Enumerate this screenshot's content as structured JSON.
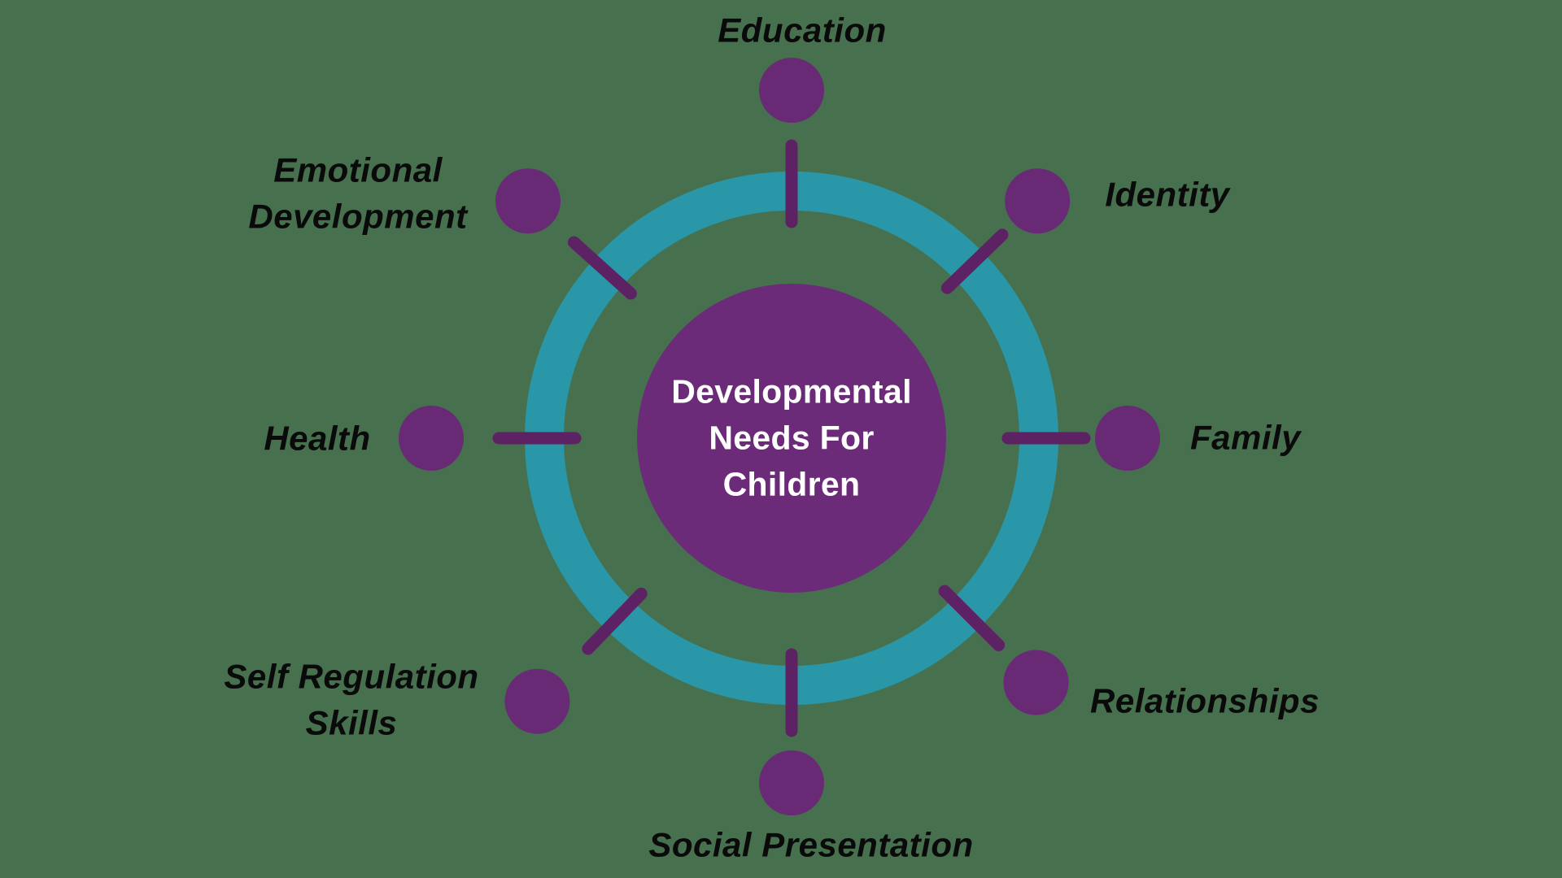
{
  "diagram": {
    "title": "Developmental\nNeeds For\nChildren",
    "items": [
      {
        "label": "Education"
      },
      {
        "label": "Identity"
      },
      {
        "label": "Family"
      },
      {
        "label": "Relationships"
      },
      {
        "label": "Social Presentation"
      },
      {
        "label": "Self Regulation\nSkills"
      },
      {
        "label": "Health"
      },
      {
        "label": "Emotional\nDevelopment"
      }
    ],
    "colors": {
      "background": "#47704e",
      "ring": "#2997a7",
      "node_dot": "#682a74",
      "center_circle": "#6b2b79",
      "spoke_tick": "#5c2264",
      "label_text": "#0a0a0a",
      "center_text": "#ffffff"
    }
  }
}
